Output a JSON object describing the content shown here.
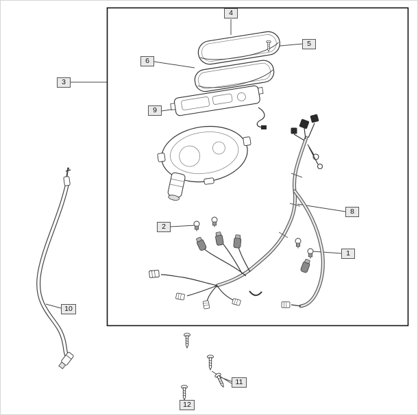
{
  "callouts": {
    "c1": "1",
    "c2": "2",
    "c3": "3",
    "c4": "4",
    "c5": "5",
    "c6": "6",
    "c8": "8",
    "c9": "9",
    "c10": "10",
    "c11": "11",
    "c12": "12"
  },
  "colors": {
    "background": "#ffffff",
    "outline": "#222222",
    "callout_fill": "#e9e9e9"
  }
}
